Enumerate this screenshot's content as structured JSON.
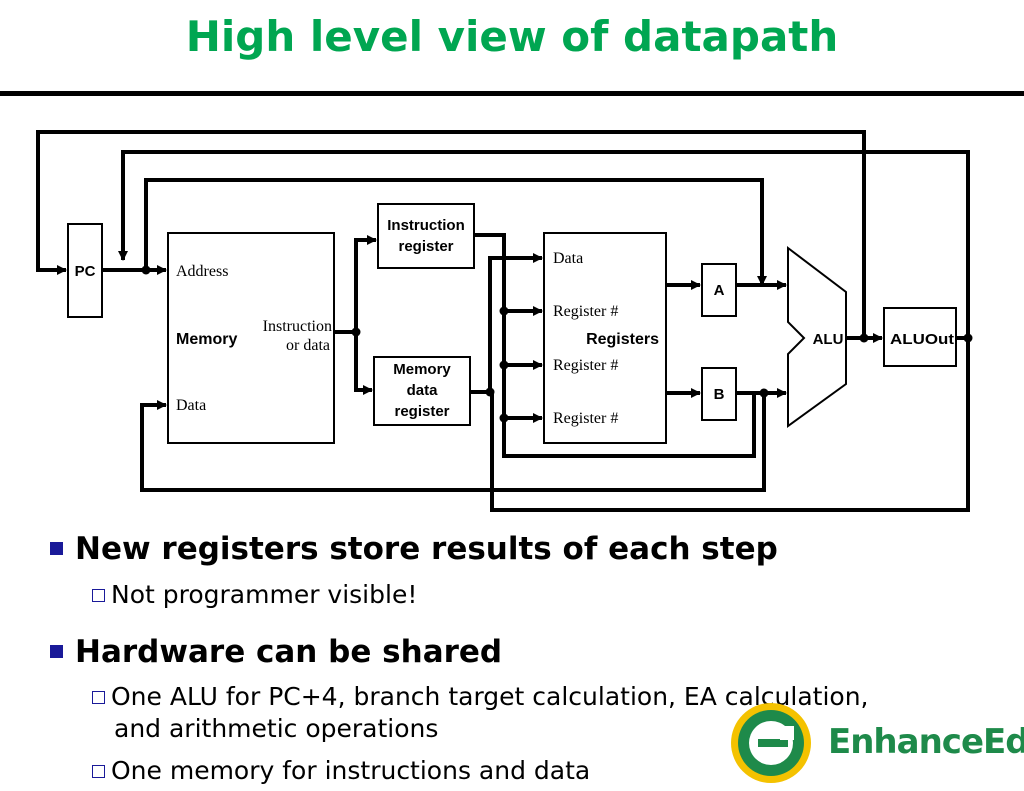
{
  "title": "High level view of datapath",
  "diagram": {
    "pc": "PC",
    "memory": {
      "address": "Address",
      "label": "Memory",
      "instr_line1": "Instruction",
      "instr_line2": "or data",
      "data": "Data"
    },
    "instruction_register": {
      "line1": "Instruction",
      "line2": "register"
    },
    "memory_data_register": {
      "line1": "Memory",
      "line2": "data",
      "line3": "register"
    },
    "registers": {
      "data": "Data",
      "reg1": "Register #",
      "label": "Registers",
      "reg2": "Register #",
      "reg3": "Register #"
    },
    "a": "A",
    "b": "B",
    "alu": "ALU",
    "aluout": "ALUOut"
  },
  "bullets": [
    {
      "text": "New registers store results of each step",
      "sub": [
        "Not programmer visible!"
      ]
    },
    {
      "text": "Hardware can be shared",
      "sub": [
        "One ALU for PC+4, branch target calculation, EA calculation,",
        "and arithmetic operations",
        "One memory for instructions and data"
      ]
    }
  ],
  "logo": {
    "text": "EnhanceEdu",
    "color": "#1e8a4a",
    "icon": "e-circle-logo-icon"
  },
  "colors": {
    "title": "#00a651",
    "bullet": "#1a1a99"
  }
}
